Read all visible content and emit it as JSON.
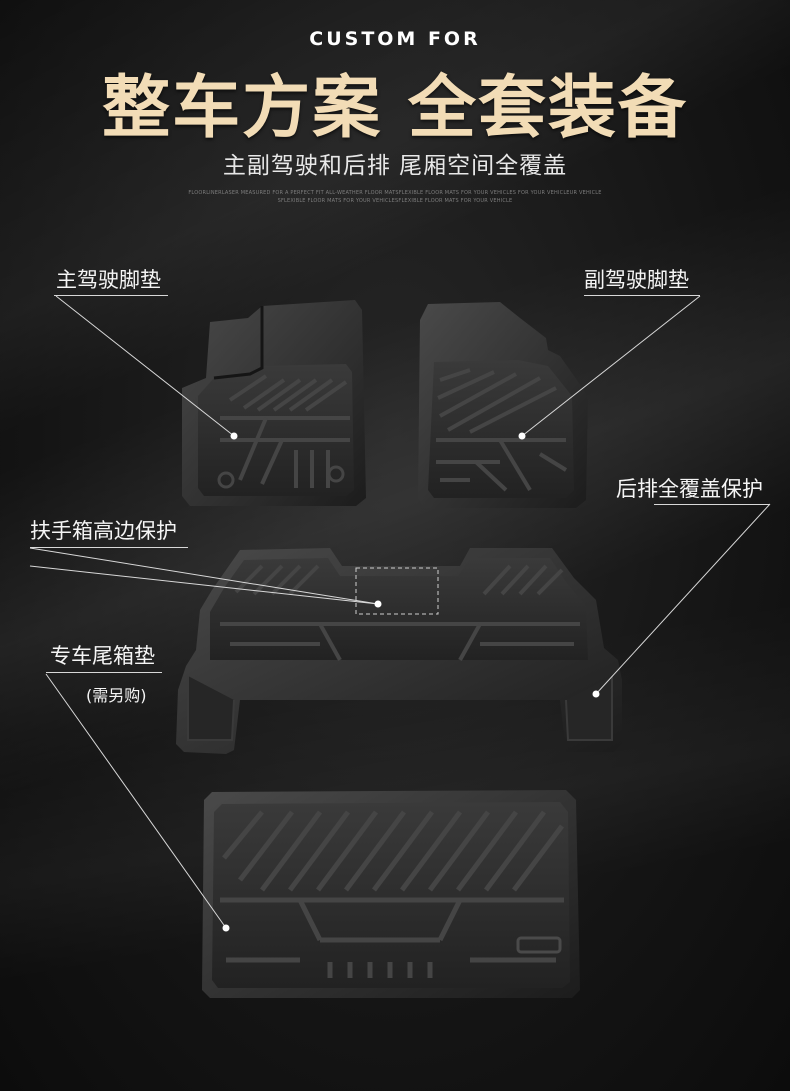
{
  "header": {
    "kicker": "CUSTOM FOR",
    "headline": "整车方案 全套装备",
    "subtitle": "主副驾驶和后排 尾厢空间全覆盖",
    "fine_print_1": "FLOORLINERLASER MEASURED FOR A PERFECT FIT ALL-WEATHER FLOOR MATSFLEXIBLE FLOOR MATS FOR YOUR VEHICLES FOR YOUR VEHICLEUR VEHICLE",
    "fine_print_2": "SFLEXIBLE FLOOR MATS FOR YOUR VEHICLESFLEXIBLE FLOOR MATS FOR YOUR VEHICLE"
  },
  "callouts": {
    "driver_mat": "主驾驶脚垫",
    "passenger_mat": "副驾驶脚垫",
    "rear_full_cover": "后排全覆盖保护",
    "armrest_high_edge": "扶手箱高边保护",
    "trunk_mat": "专车尾箱垫",
    "trunk_mat_note": "(需另购)"
  },
  "colors": {
    "headline": "#f2dcb6",
    "background": "#121212",
    "mat": "#2e2e2e"
  }
}
